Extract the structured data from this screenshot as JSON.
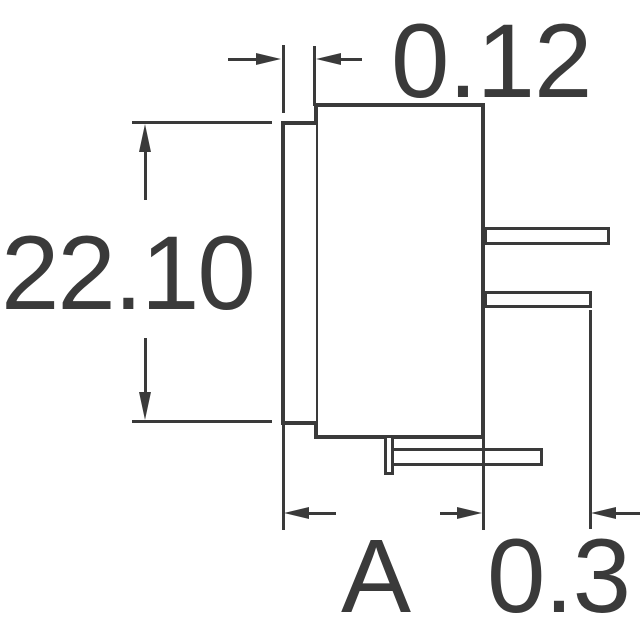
{
  "drawing": {
    "kind": "component-side-view-dimension-drawing",
    "line_color": "#3a3a3a",
    "background_color": "#ffffff",
    "labels": {
      "top_width": "0.12",
      "left_height": "22.10",
      "bottom_span_left": "A",
      "bottom_span_right": "0.3"
    }
  }
}
